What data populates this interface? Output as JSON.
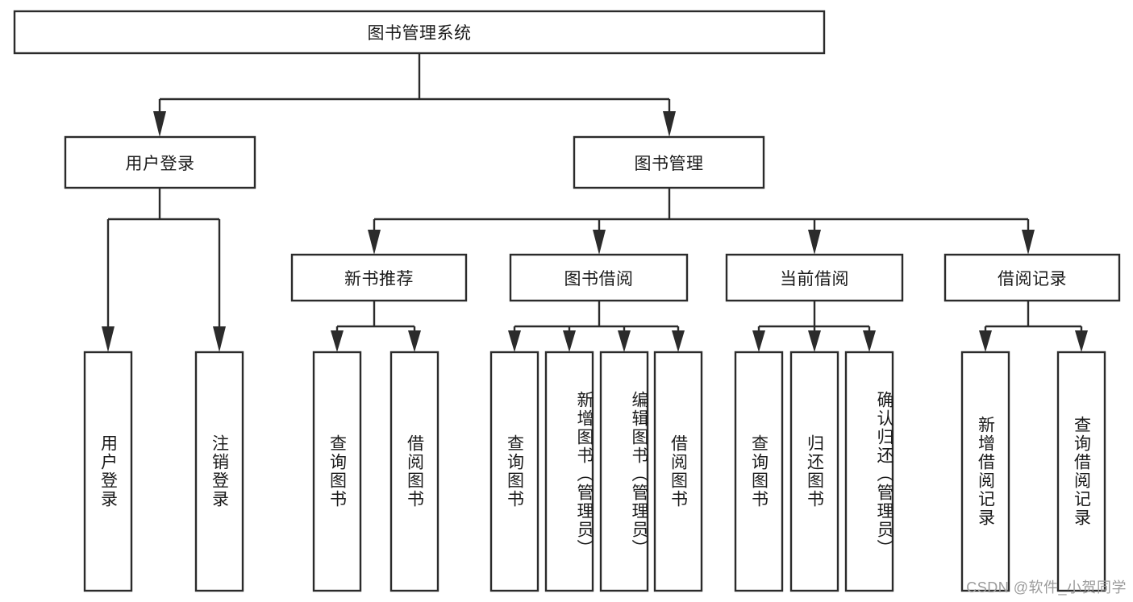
{
  "diagram": {
    "type": "tree-hierarchy",
    "title": "图书管理系统",
    "watermark": "CSDN @软件_小贺同学",
    "colors": {
      "stroke": "#2b2b2b",
      "fill": "#ffffff",
      "text": "#1a1a1a",
      "watermark": "#9b9b9b",
      "background": "#ffffff"
    },
    "levels": {
      "root": {
        "label": "图书管理系统"
      },
      "level2": [
        {
          "label": "用户登录"
        },
        {
          "label": "图书管理"
        }
      ],
      "level3": [
        {
          "label": "新书推荐"
        },
        {
          "label": "图书借阅"
        },
        {
          "label": "当前借阅"
        },
        {
          "label": "借阅记录"
        }
      ],
      "leaves": {
        "user_login": [
          {
            "label": "用户登录"
          },
          {
            "label": "注销登录"
          }
        ],
        "new_book": [
          {
            "label": "查询图书"
          },
          {
            "label": "借阅图书"
          }
        ],
        "book_borrow": [
          {
            "label": "查询图书"
          },
          {
            "label": "新增图书（管理员）"
          },
          {
            "label": "编辑图书（管理员）"
          },
          {
            "label": "借阅图书"
          }
        ],
        "current_borrow": [
          {
            "label": "查询图书"
          },
          {
            "label": "归还图书"
          },
          {
            "label": "确认归还（管理员）"
          }
        ],
        "borrow_record": [
          {
            "label": "新增借阅记录"
          },
          {
            "label": "查询借阅记录"
          }
        ]
      }
    }
  }
}
